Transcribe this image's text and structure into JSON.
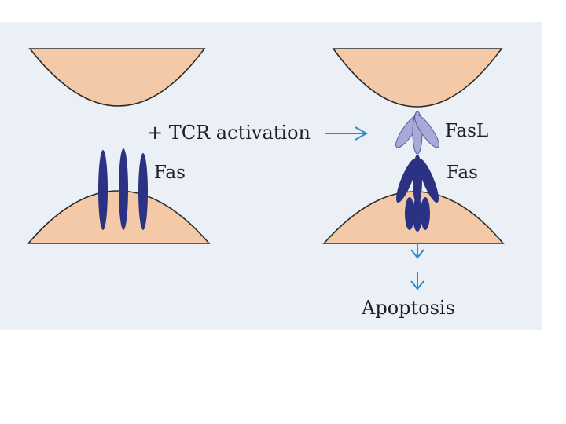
{
  "labels": {
    "tcr_activation": "+ TCR activation",
    "fas_left": "Fas",
    "fasl": "FasL",
    "fas_right": "Fas",
    "apoptosis": "Apoptosis"
  },
  "colors": {
    "background_panel": "#eaf0f6",
    "cell": "#f3c9a8",
    "cell_outline": "#2a2a2a",
    "fas": "#2b3183",
    "fasl": "#a7a9d6",
    "arrow": "#2b8cd0"
  }
}
